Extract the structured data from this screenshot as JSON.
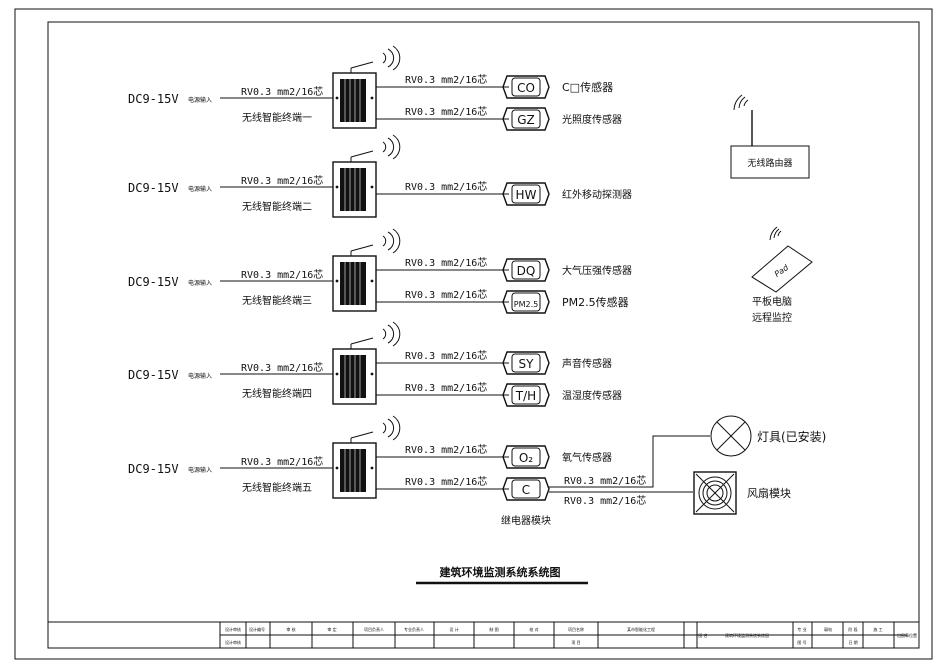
{
  "title": "建筑环境监测系统系统图",
  "power_label_main": "DC9-15V",
  "power_label_sub": "电源输入",
  "cable_label": "RV0.3 mm2/16芯",
  "terminals": [
    {
      "name": "无线智能终端一",
      "sensors": [
        {
          "code": "CO",
          "label": "C□传感器"
        },
        {
          "code": "GZ",
          "label": "光照度传感器"
        }
      ]
    },
    {
      "name": "无线智能终端二",
      "sensors": [
        {
          "code": "HW",
          "label": "红外移动探测器"
        }
      ]
    },
    {
      "name": "无线智能终端三",
      "sensors": [
        {
          "code": "DQ",
          "label": "大气压强传感器"
        },
        {
          "code": "PM2.5",
          "label": "PM2.5传感器"
        }
      ]
    },
    {
      "name": "无线智能终端四",
      "sensors": [
        {
          "code": "SY",
          "label": "声音传感器"
        },
        {
          "code": "T/H",
          "label": "温湿度传感器"
        }
      ]
    },
    {
      "name": "无线智能终端五",
      "sensors": [
        {
          "code": "O₂",
          "label": "氧气传感器"
        },
        {
          "code": "C",
          "label": ""
        }
      ]
    }
  ],
  "relay_label": "继电器模块",
  "router_label": "无线路由器",
  "tablet_text": "Pad",
  "tablet_label_1": "平板电脑",
  "tablet_label_2": "远程监控",
  "lamp_label": "灯具(已安装)",
  "fan_label": "风扇模块",
  "title_block": {
    "c1a": "设计审核",
    "c1b": "设计审核",
    "c2a": "设计编号",
    "c3a": "审 核",
    "c4a": "审 定",
    "c5a": "项目负责人",
    "c6a": "专业负责人",
    "c7a": "设 计",
    "c8a": "制 图",
    "c9a": "校 对",
    "c10a": "项目名称",
    "c10b": "项 目",
    "c11a": "某市智能化工程",
    "c12a": "图 名",
    "c13a": "建筑环境监测系统系统图",
    "c14a": "专 业",
    "c14b": "图 号",
    "c15a": "弱电",
    "c16a": "阶 段",
    "c16b": "日 期",
    "c17a": "施 工",
    "c18a": "出图章位置"
  }
}
